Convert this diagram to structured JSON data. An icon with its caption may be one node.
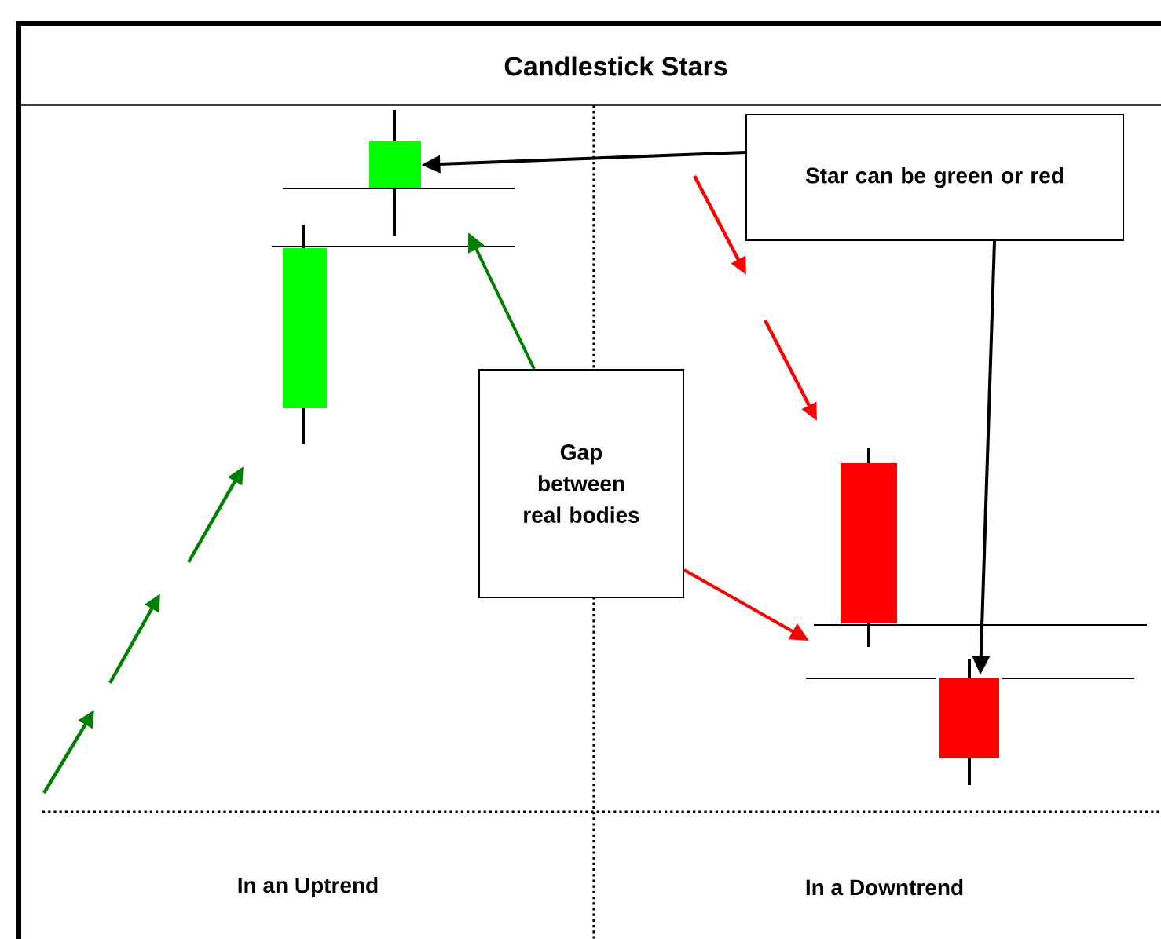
{
  "diagram": {
    "title": "Candlestick Stars",
    "nodes": [
      {
        "text": [
          "Star can be green or red"
        ]
      },
      {
        "text": [
          "Gap between real bodies"
        ]
      },
      {
        "text": [],
        "shape": "box"
      },
      {
        "text": [],
        "shape": "box"
      }
    ],
    "edges": [
      {
        "from": 0,
        "to": 2,
        "arrow": "to"
      },
      {
        "from": 0,
        "to": 3,
        "arrow": "to"
      },
      {
        "from": 1,
        "to": null,
        "arrow": "to",
        "color": "#008000"
      },
      {
        "from": 1,
        "to": null,
        "arrow": "to",
        "color": "#ff0000"
      }
    ],
    "labels": [
      "In an Uptrend",
      "In a Downtrend"
    ]
  }
}
